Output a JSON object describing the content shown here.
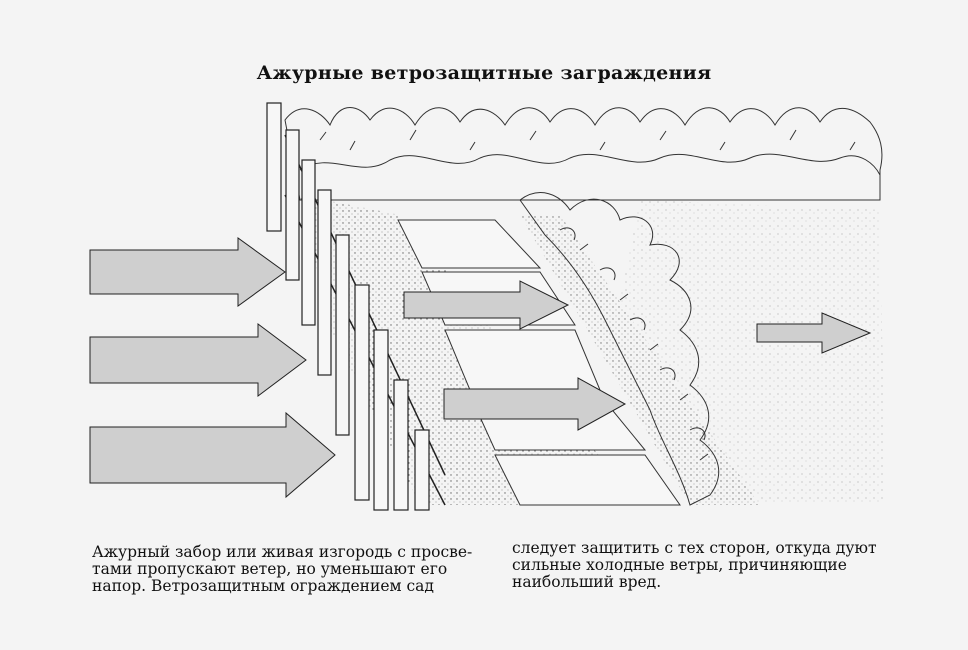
{
  "title": "Ажурные ветрозащитные заграждения",
  "caption": {
    "left": [
      "Ажурный забор или живая изгородь с просве-",
      "тами пропускают ветер, но уменьшают его",
      "напор. Ветрозащитным ограждением сад"
    ],
    "right": [
      "следует защитить с тех сторон, откуда дуют",
      "сильные холодные ветры, причиняющие",
      "наибольший вред."
    ]
  },
  "colors": {
    "arrow_fill": "#cfcfcf",
    "ink": "#222222",
    "paper": "#f4f4f4"
  }
}
